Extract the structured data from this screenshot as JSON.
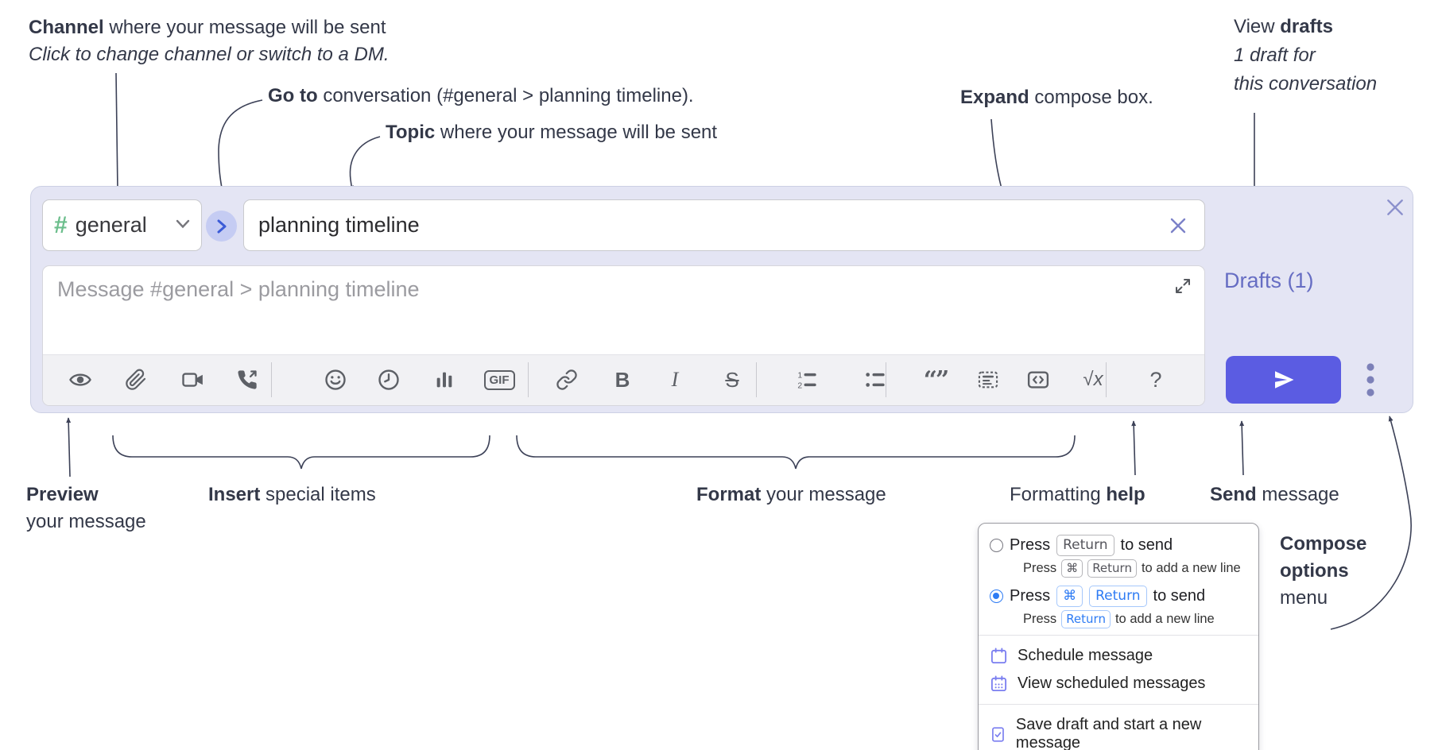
{
  "annotations": {
    "channel": {
      "bold": "Channel",
      "rest": " where your message will be sent",
      "sub": "Click to change channel or switch to a DM."
    },
    "goto": {
      "bold": "Go to",
      "rest": " conversation (#general > planning timeline)."
    },
    "topic": {
      "bold": "Topic",
      "rest": " where your message will be sent"
    },
    "expand": {
      "bold": "Expand",
      "rest": " compose box."
    },
    "drafts": {
      "pre": "View ",
      "bold": "drafts",
      "line2": "1 draft for",
      "line3": "this conversation"
    },
    "preview": {
      "bold": "Preview",
      "line2": "your message"
    },
    "insert": {
      "bold": "Insert",
      "rest": " special items"
    },
    "format": {
      "bold": "Format",
      "rest": " your message"
    },
    "help": {
      "pre": "Formatting ",
      "bold": "help"
    },
    "send": {
      "bold": "Send",
      "rest": " message"
    },
    "compose_options": {
      "line1": "Compose",
      "line2": "options",
      "line3": "menu"
    }
  },
  "compose": {
    "channel": {
      "hash": "#",
      "name": "general"
    },
    "topic_value": "planning timeline",
    "message_placeholder": "Message #general > planning timeline",
    "drafts_link": "Drafts (1)"
  },
  "toolbar_labels": {
    "gif": "GIF",
    "bold": "B",
    "italic": "I",
    "strike": "S",
    "math": "√x",
    "help": "?"
  },
  "menu": {
    "option1": {
      "press": "Press",
      "key": "Return",
      "after": "to send",
      "sub_press": "Press",
      "sub_key_cmd": "⌘",
      "sub_key": "Return",
      "sub_after": "to add a new line"
    },
    "option2": {
      "press": "Press",
      "key_cmd": "⌘",
      "key": "Return",
      "after": "to send",
      "sub_press": "Press",
      "sub_key": "Return",
      "sub_after": "to add a new line"
    },
    "items": [
      {
        "label": "Schedule message"
      },
      {
        "label": "View scheduled messages"
      },
      {
        "label": "Save draft and start a new message"
      }
    ]
  },
  "colors": {
    "accent_send": "#5b5ce2",
    "hash_green": "#6cbe8c",
    "key_blue": "#2d7bf4",
    "drafts_link": "#666dc3",
    "menu_icon_purple": "#7a7ef0"
  }
}
